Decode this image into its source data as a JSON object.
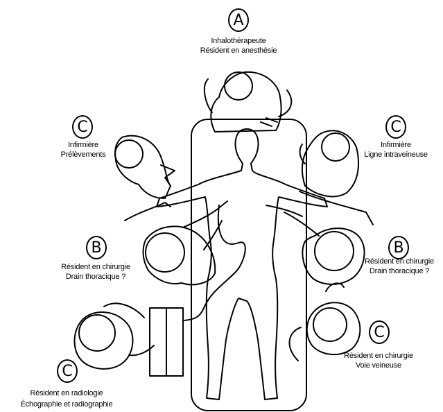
{
  "roles": [
    {
      "id": "top",
      "letter": "A",
      "line1": "Inhalothérapeute",
      "line2": "Résident en anesthésie"
    },
    {
      "id": "upper-left",
      "letter": "C",
      "line1": "Infirmière",
      "line2": "Prélèvements"
    },
    {
      "id": "upper-right",
      "letter": "C",
      "line1": "Infirmière",
      "line2": "Ligne intraveineuse"
    },
    {
      "id": "mid-left",
      "letter": "B",
      "line1": "Résident en chirurgie",
      "line2": "Drain thoracique ?"
    },
    {
      "id": "mid-right",
      "letter": "B",
      "line1": "Résident en chirurgie",
      "line2": "Drain thoracique ?"
    },
    {
      "id": "lower-right",
      "letter": "C",
      "line1": "Résident en chirurgie",
      "line2": "Voie veineuse"
    },
    {
      "id": "lower-left",
      "letter": "C",
      "line1": "Résident en radiologie",
      "line2": "Échographie et radiographie"
    }
  ]
}
